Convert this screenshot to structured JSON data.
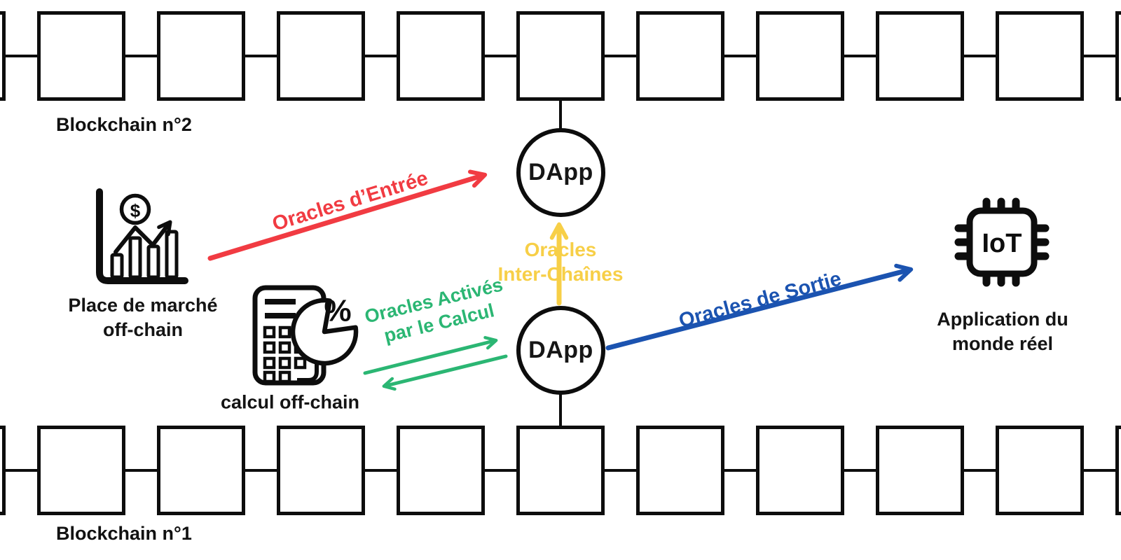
{
  "page": {
    "background": "#ffffff"
  },
  "chains": {
    "top": {
      "label": "Blockchain n°2",
      "block_count": 11
    },
    "bottom": {
      "label": "Blockchain n°1",
      "block_count": 11
    }
  },
  "dapps": {
    "top_label": "DApp",
    "bottom_label": "DApp"
  },
  "nodes": {
    "market": {
      "label_line1": "Place de marché",
      "label_line2": "off-chain",
      "icon": "bar-chart-dollar-icon",
      "dollar": "$"
    },
    "compute": {
      "label": "calcul off-chain",
      "icon": "calculator-pie-icon",
      "percent": "%"
    },
    "iot": {
      "label_line1": "Application du",
      "label_line2": "monde réel",
      "icon": "iot-chip-icon",
      "chip_text": "IoT"
    }
  },
  "oracles": {
    "input": {
      "label": "Oracles d’Entrée",
      "color": "#f13b42"
    },
    "interchain": {
      "label_line1": "Oracles",
      "label_line2": "Inter-Chaînes",
      "color": "#f7cf47"
    },
    "compute": {
      "label_line1": "Oracles Activés",
      "label_line2": "par le Calcul",
      "color": "#2bb673"
    },
    "output": {
      "label": "Oracles de Sortie",
      "color": "#1b53b0"
    }
  }
}
